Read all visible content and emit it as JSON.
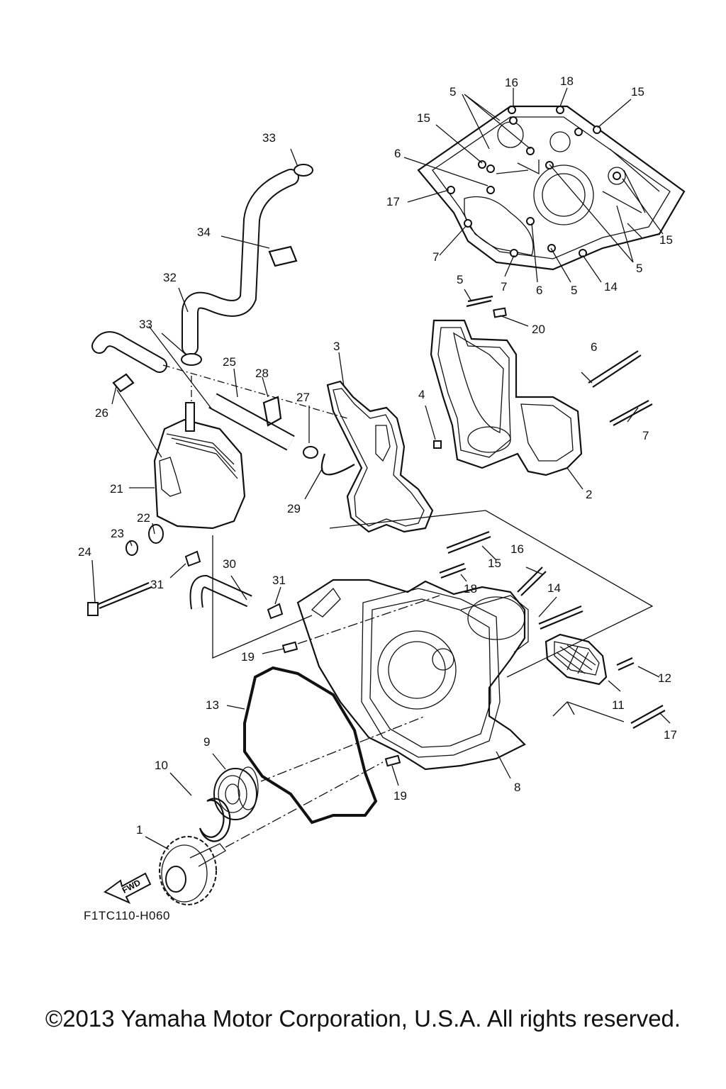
{
  "diagram": {
    "callouts": [
      "1",
      "2",
      "3",
      "4",
      "5",
      "6",
      "7",
      "8",
      "9",
      "10",
      "11",
      "12",
      "13",
      "14",
      "15",
      "16",
      "17",
      "18",
      "19",
      "20",
      "21",
      "22",
      "23",
      "24",
      "25",
      "26",
      "27",
      "28",
      "29",
      "30",
      "31",
      "32",
      "33",
      "34"
    ],
    "fwd_label": "FWD",
    "reference_code": "F1TC110-H060"
  },
  "footer": {
    "copyright": "©2013 Yamaha Motor Corporation, U.S.A. All rights reserved."
  }
}
